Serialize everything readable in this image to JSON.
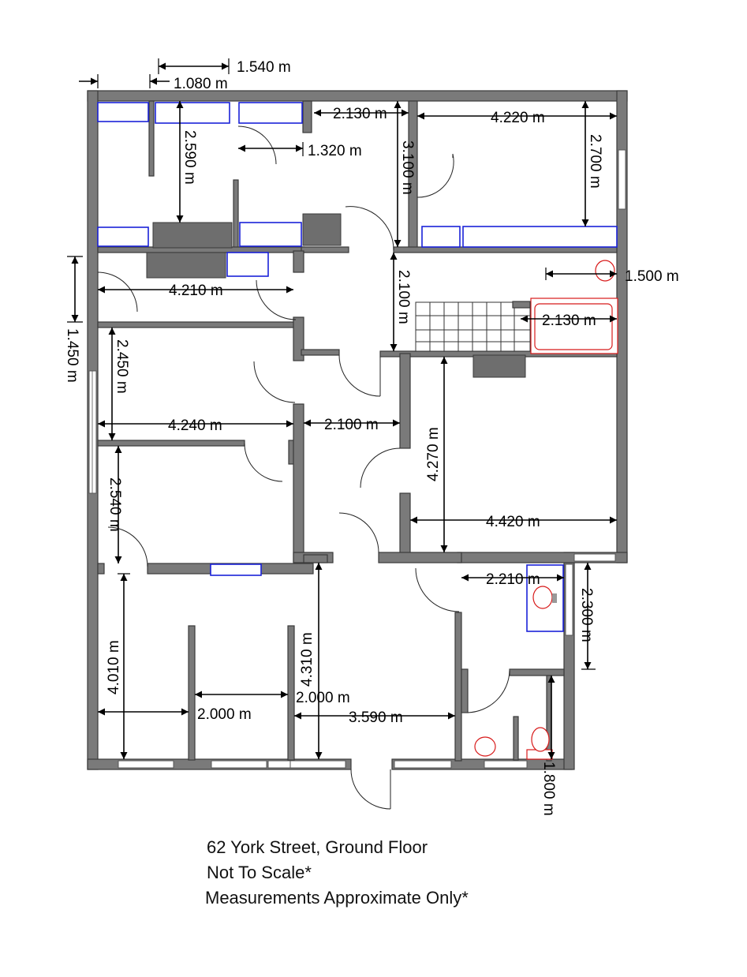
{
  "caption": {
    "line1": "62 York Street, Ground Floor",
    "line2": "Not To Scale*",
    "line3": "Measurements Approximate Only*"
  },
  "dimensions": [
    "1.540 m",
    "1.080 m",
    "2.130 m",
    "4.220 m",
    "2.590 m",
    "1.320 m",
    "3.100 m",
    "2.700 m",
    "1.500 m",
    "4.210 m",
    "2.100 m",
    "1.450 m",
    "2.130 m",
    "2.450 m",
    "4.240 m",
    "2.100 m",
    "4.270 m",
    "2.540 m",
    "4.420 m",
    "2.210 m",
    "2.300 m",
    "4.010 m",
    "4.310 m",
    "2.000 m",
    "2.000 m",
    "3.590 m",
    "1.800 m"
  ],
  "colors": {
    "wall": "#7a7a7a",
    "cabinet": "#1a22d8",
    "fixture": "#d81a1a"
  }
}
